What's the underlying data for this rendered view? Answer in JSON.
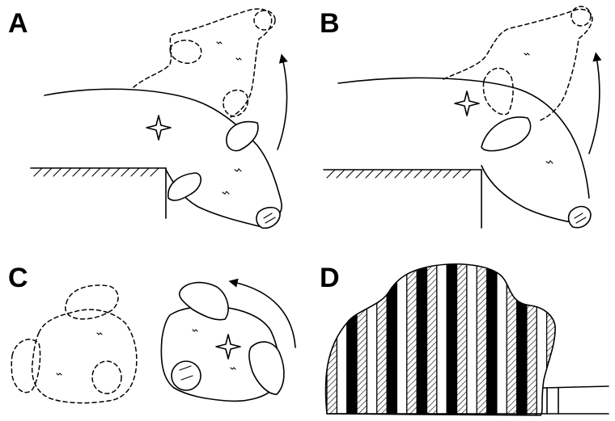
{
  "panels": {
    "a": {
      "label": "A"
    },
    "b": {
      "label": "B"
    },
    "c": {
      "label": "C"
    },
    "d": {
      "label": "D"
    }
  },
  "icons": {
    "rotation_arrow": "curved-arrow-icon",
    "pivot_marker": "four-point-star-icon",
    "surface": "hatched-ledge-icon"
  },
  "colors": {
    "line": "#000000",
    "background": "#ffffff"
  },
  "stripe_pattern": [
    "hatch",
    "white",
    "black",
    "hatch",
    "white",
    "hatch",
    "black",
    "white",
    "hatch",
    "black",
    "hatch",
    "white",
    "black",
    "hatch",
    "white",
    "hatch",
    "black",
    "white",
    "hatch",
    "black",
    "hatch",
    "white",
    "hatch"
  ]
}
